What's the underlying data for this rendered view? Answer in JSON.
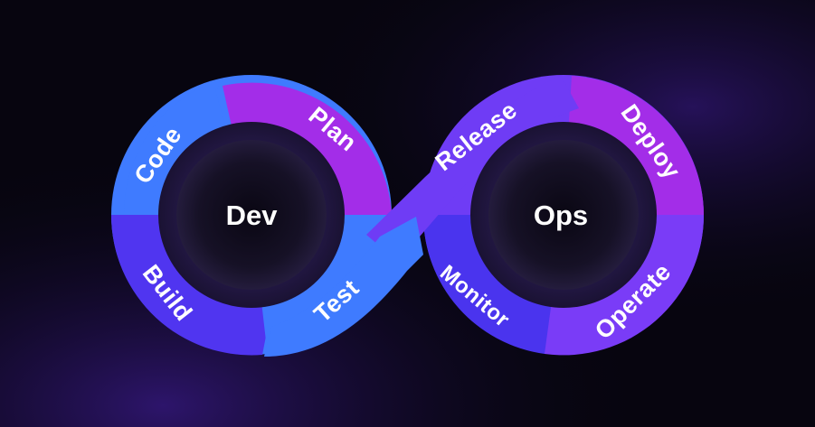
{
  "diagram": {
    "hubs": {
      "left": "Dev",
      "right": "Ops"
    },
    "segments": {
      "plan": "Plan",
      "code": "Code",
      "build": "Build",
      "test": "Test",
      "release": "Release",
      "deploy": "Deploy",
      "operate": "Operate",
      "monitor": "Monitor"
    },
    "colors": {
      "background": "#07050f",
      "glow": "#3a1a8a",
      "blue": "#3f7bff",
      "indigo": "#5035f0",
      "violet": "#6f3cf5",
      "magenta": "#a32de8",
      "hub_dark": "#0f0b1c"
    }
  }
}
